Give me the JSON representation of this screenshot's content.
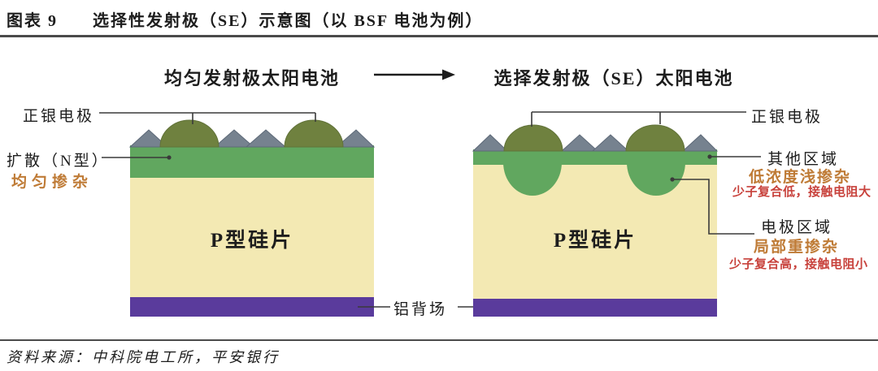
{
  "header": {
    "figure_label": "图表 9",
    "title": "选择性发射极（SE）示意图（以 BSF 电池为例）"
  },
  "left_diagram": {
    "title": "均匀发射极太阳电池",
    "electrode_label": "正银电极",
    "diffusion_label": "扩散（N型）",
    "doping_label": "均匀掺杂",
    "wafer_label": "P型硅片"
  },
  "right_diagram": {
    "title": "选择发射极（SE）太阳电池",
    "electrode_label": "正银电极",
    "other_region_label": "其他区域",
    "other_region_doping": "低浓度浅掺杂",
    "other_region_note": "少子复合低，接触电阻大",
    "electrode_region_label": "电极区域",
    "electrode_region_doping": "局部重掺杂",
    "electrode_region_note": "少子复合高，接触电阻小",
    "wafer_label": "P型硅片"
  },
  "shared": {
    "back_field_label": "铝背场",
    "arrow_icon": "→"
  },
  "footer": {
    "source": "资料来源：中科院电工所，平安银行"
  },
  "colors": {
    "emitter_green": "#61a75f",
    "electrode_olive": "#6f813f",
    "texture_gray": "#76828f",
    "texture_gray_edge": "#5d6978",
    "wafer_cream": "#f3e9b3",
    "back_field_purple": "#5a3b9c",
    "line_dark": "#3a3a3a",
    "orange_text": "#bf7b36",
    "red_text": "#c8423c"
  }
}
